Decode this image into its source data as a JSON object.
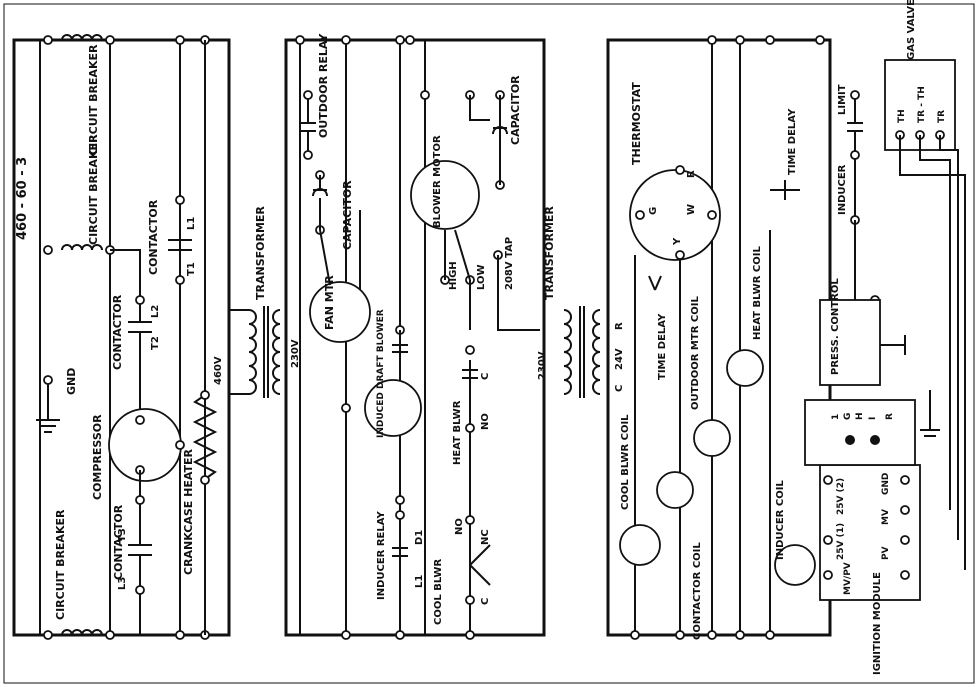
{
  "power": {
    "supply": "460 - 60 - 3",
    "ground": "GND"
  },
  "panel1": {
    "circuit_breaker": "CIRCUIT BREAKER",
    "contactor": "CONTACTOR",
    "compressor": "COMPRESSOR",
    "crankcase_heater": "CRANKCASE HEATER",
    "transformer": "TRANSFORMER",
    "tr_primary": "460V",
    "terms": {
      "l1": "L1",
      "t1": "T1",
      "l2": "L2",
      "t2": "T2",
      "l3": "L3",
      "t3": "T3"
    }
  },
  "panel2": {
    "outdoor_relay": "OUTDOOR RELAY",
    "capacitor": "CAPACITOR",
    "fan_mtr": "FAN MTR",
    "blower_motor": "BLOWER MOTOR",
    "induced_draft_blower": "INDUCED DRAFT BLOWER",
    "inducer_relay": "INDUCER RELAY",
    "cool_blwr": "COOL BLWR",
    "heat_blwr": "HEAT BLWR",
    "tr_primary": "230V",
    "tap": "208V TAP",
    "high": "HIGH",
    "low": "LOW",
    "no": "NO",
    "nc": "NC",
    "c": "C",
    "d1": "D1",
    "l1": "L1",
    "transformer": "TRANSFORMER"
  },
  "panel3": {
    "transformer": "TRANSFORMER",
    "tr_primary": "230V",
    "tr_secondary": "24V",
    "r": "R",
    "c": "C",
    "thermostat": "THERMOSTAT",
    "tstat_terms": {
      "r": "R",
      "w": "W",
      "g": "G",
      "y": "Y"
    },
    "time_delay": "TIME DELAY",
    "cool_blwr_coil": "COOL BLWR COIL",
    "contactor_coil": "CONTACTOR COIL",
    "outdoor_mtr_coil": "OUTDOOR MTR COIL",
    "heat_blwr_coil": "HEAT BLWR COIL",
    "inducer_coil": "INDUCER COIL",
    "limit": "LIMIT",
    "inducer": "INDUCER",
    "press_control": "PRESS. CONTROL",
    "gas_valve": "GAS VALVE",
    "gv_terms": {
      "th": "TH",
      "trth": "TR - TH",
      "tr": "TR"
    },
    "ignition_module": "IGNITION MODULE",
    "im_terms": {
      "mvpv": "MV/PV",
      "v25_1": "25V (1)",
      "pv": "PV",
      "v25_2": "25V (2)",
      "mv": "MV",
      "gnd": "GND"
    },
    "side_terms": {
      "g": "G",
      "h": "H",
      "i": "I",
      "r": "R",
      "one": "1"
    }
  }
}
